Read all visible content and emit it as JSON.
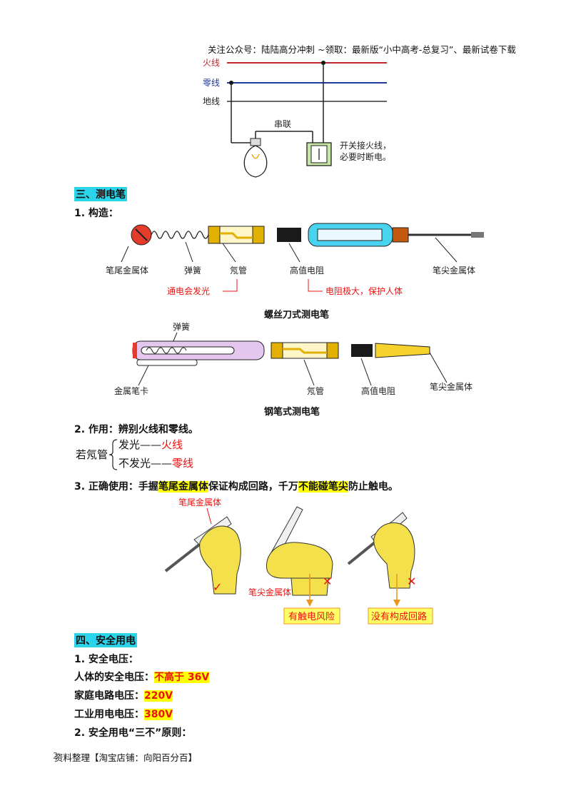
{
  "header": {
    "text": "关注公众号：陆陆高分冲刺 ~领取：最新版“小中高考-总复习”、最新试卷下载"
  },
  "wiring": {
    "fire": "火线",
    "neutral": "零线",
    "ground": "地线",
    "series": "串联",
    "note_line1": "开关接火线，",
    "note_line2": "必要时断电。",
    "colors": {
      "fire": "#c0262c",
      "neutral": "#1f3b9c"
    }
  },
  "section3": {
    "title": "三、测电笔",
    "structure_heading": "1. 构造：",
    "screw_pen": {
      "tail_metal": "笔尾金属体",
      "spring": "弹簧",
      "neon": "氖管",
      "resistor": "高值电阻",
      "tip_metal": "笔尖金属体",
      "note_glow": "通电会发光",
      "note_resist": "电阻极大，保护人体",
      "caption": "螺丝刀式测电笔"
    },
    "pen_style": {
      "spring": "弹簧",
      "clip": "金属笔卡",
      "neon": "氖管",
      "resistor": "高值电阻",
      "tip_metal": "笔尖金属体",
      "caption": "钢笔式测电笔"
    },
    "function_heading": "2. 作用：辨别火线和零线。",
    "brace": {
      "prefix": "若氖管",
      "row1_a": "发光——",
      "row1_b": "火线",
      "row2_a": "不发光——",
      "row2_b": "零线"
    },
    "usage": {
      "p1": "3. 正确使用：手握",
      "h1": "笔尾金属体",
      "p2": "保证构成回路，千万",
      "h2": "不能碰笔尖",
      "p3": "防止触电。"
    },
    "hands": {
      "tail_label": "笔尾金属体",
      "tip_label": "笔尖金属体",
      "check": "✓",
      "cross1": "✕",
      "cross2": "✕",
      "risk": "有触电风险",
      "no_loop": "没有构成回路"
    }
  },
  "section4": {
    "title": "四、安全用电",
    "voltage_heading": "1. 安全电压：",
    "human_label": "人体的安全电压：",
    "human_value": "不高于 36V",
    "home_label": "家庭电路电压：",
    "home_value": "220V",
    "industry_label": "工业用电电压：",
    "industry_value": "380V",
    "principle_heading": "2. 安全用电“三不”原则："
  },
  "footer": {
    "text": "资料整理【淘宝店铺：向阳百分百】",
    "page": "2"
  }
}
